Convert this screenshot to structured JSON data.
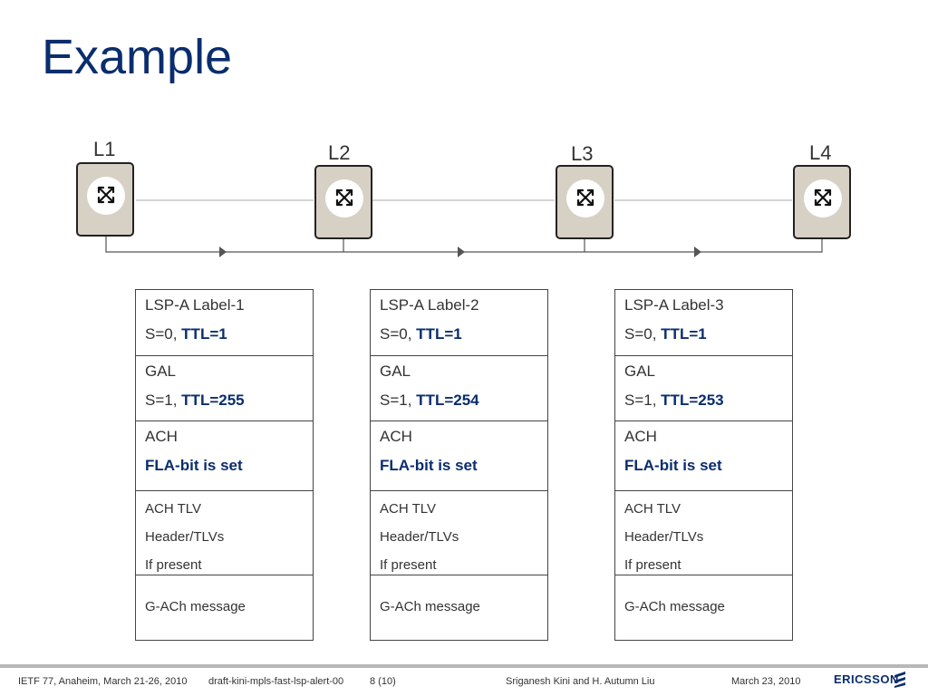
{
  "slide": {
    "title": "Example"
  },
  "nodes": [
    {
      "label": "L1"
    },
    {
      "label": "L2"
    },
    {
      "label": "L3"
    },
    {
      "label": "L4"
    }
  ],
  "stacks": [
    {
      "lsp": "LSP-A Label-1",
      "lsp_s": "S=0, ",
      "lsp_ttl": "TTL=1",
      "gal": "GAL",
      "gal_s": "S=1, ",
      "gal_ttl": "TTL=255",
      "ach": "ACH",
      "ach_flag": "FLA-bit is set",
      "tlv1": "ACH TLV",
      "tlv2": "Header/TLVs",
      "tlv3": "If present",
      "msg": "G-ACh message"
    },
    {
      "lsp": "LSP-A Label-2",
      "lsp_s": "S=0, ",
      "lsp_ttl": "TTL=1",
      "gal": "GAL",
      "gal_s": "S=1, ",
      "gal_ttl": "TTL=254",
      "ach": "ACH",
      "ach_flag": "FLA-bit is set",
      "tlv1": "ACH TLV",
      "tlv2": "Header/TLVs",
      "tlv3": "If present",
      "msg": "G-ACh message"
    },
    {
      "lsp": "LSP-A Label-3",
      "lsp_s": "S=0, ",
      "lsp_ttl": "TTL=1",
      "gal": "GAL",
      "gal_s": "S=1, ",
      "gal_ttl": "TTL=253",
      "ach": "ACH",
      "ach_flag": "FLA-bit is set",
      "tlv1": "ACH TLV",
      "tlv2": "Header/TLVs",
      "tlv3": "If present",
      "msg": "G-ACh message"
    }
  ],
  "footer": {
    "event": "IETF 77, Anaheim, March 21-26, 2010",
    "draft": "draft-kini-mpls-fast-lsp-alert-00",
    "page": "8 (10)",
    "authors": "Sriganesh Kini and H. Autumn Liu",
    "date": "March 23, 2010",
    "logo": "ERICSSON"
  },
  "colors": {
    "title": "#0a2d6e",
    "router_fill": "#d7d0c4",
    "emphasis": "#0a2d6e"
  }
}
